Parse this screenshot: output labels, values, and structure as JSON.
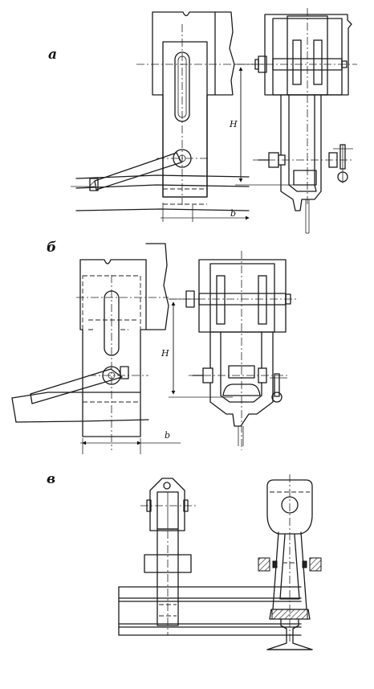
{
  "figures": [
    {
      "label": "а",
      "dim_height": "H",
      "dim_width": "b"
    },
    {
      "label": "б",
      "dim_height": "H",
      "dim_width": "b"
    },
    {
      "label": "в"
    }
  ]
}
